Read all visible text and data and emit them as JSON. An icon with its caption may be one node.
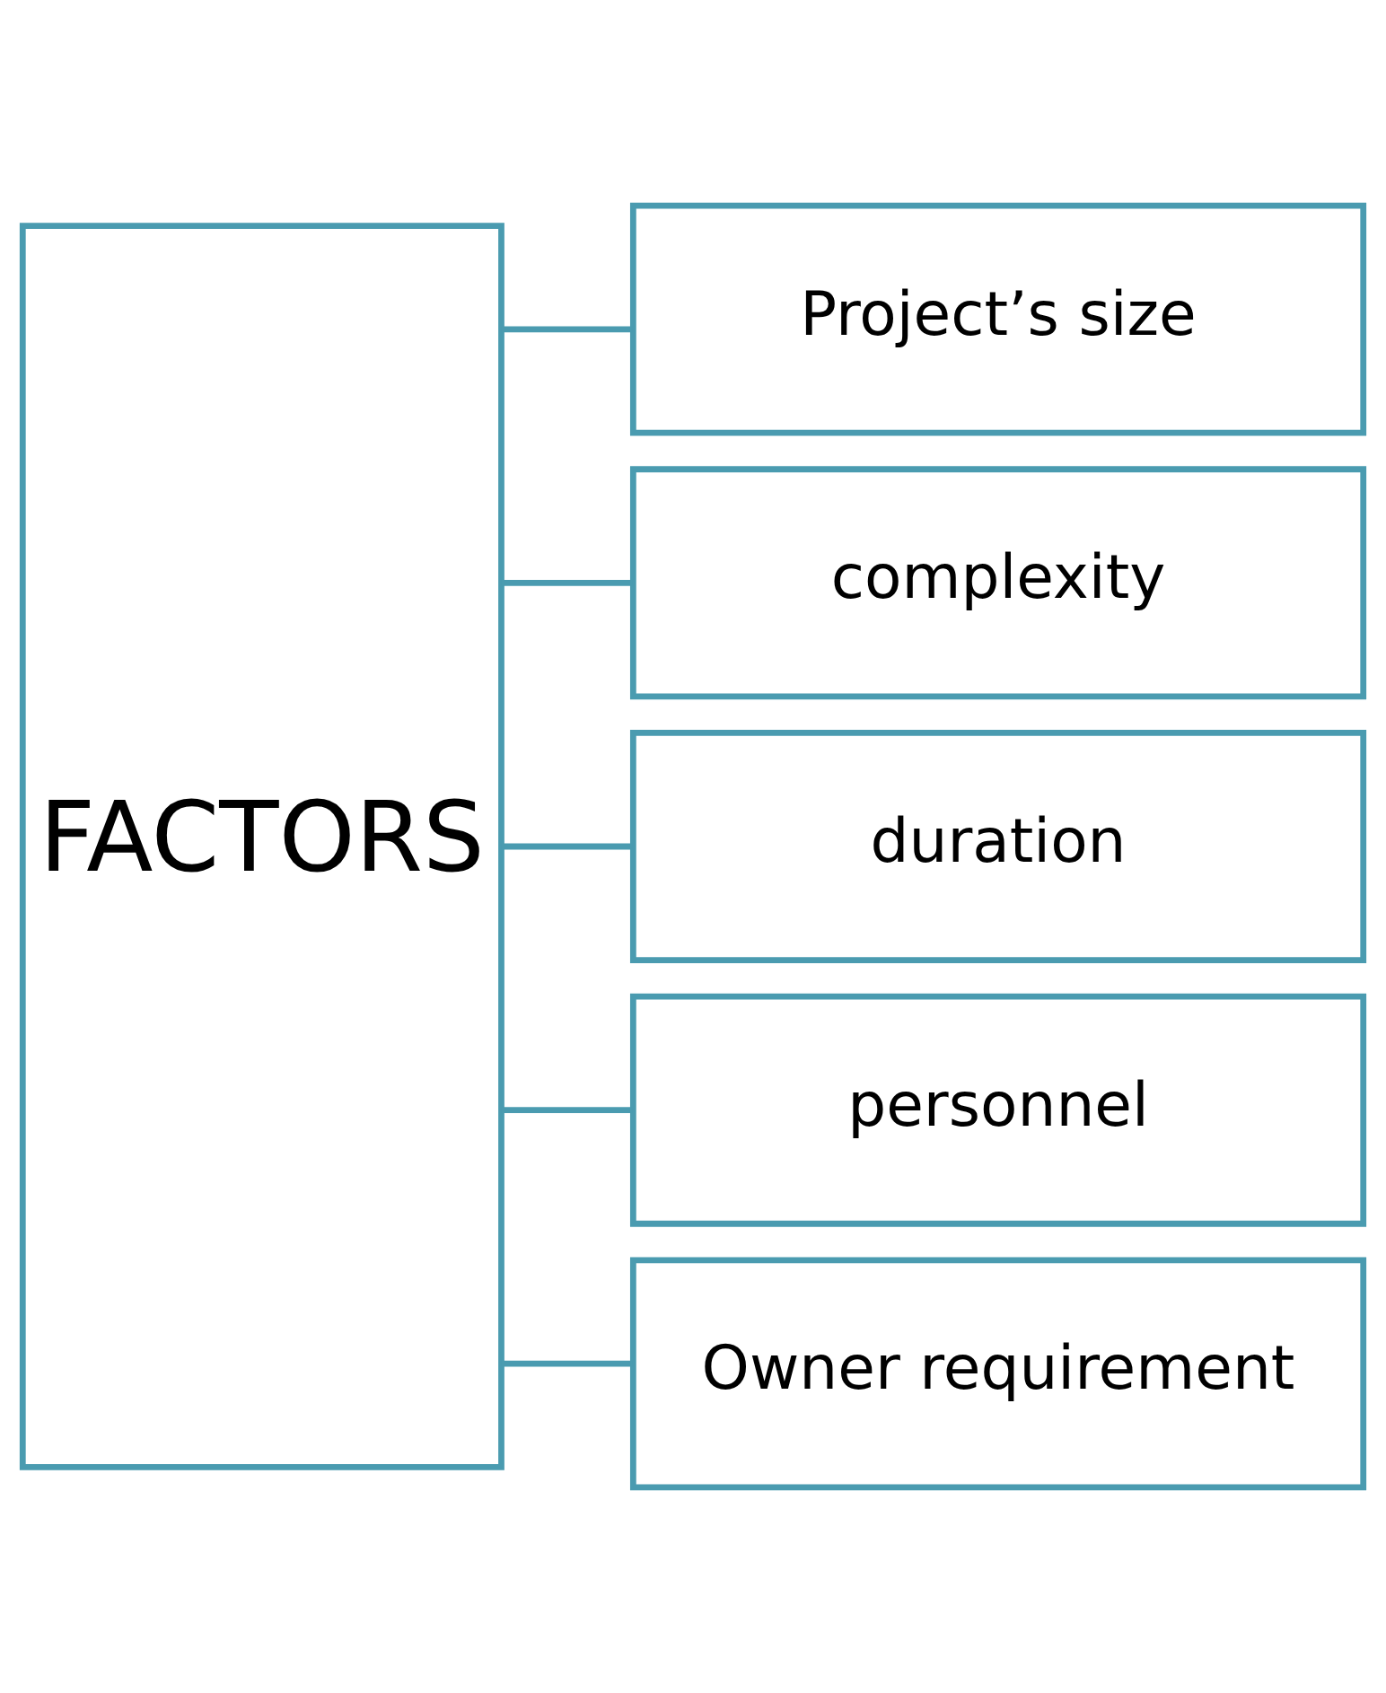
{
  "diagram": {
    "nodes": [
      {
        "text": [
          "FACTORS"
        ]
      },
      {
        "text": [
          "Project’s size"
        ]
      },
      {
        "text": [
          "complexity"
        ]
      },
      {
        "text": [
          "duration"
        ]
      },
      {
        "text": [
          "personnel"
        ]
      },
      {
        "text": [
          "Owner requirement"
        ]
      }
    ],
    "edges": [
      {
        "from": 0,
        "to": 1,
        "arrow": "none"
      },
      {
        "from": 0,
        "to": 2,
        "arrow": "none"
      },
      {
        "from": 0,
        "to": 3,
        "arrow": "none"
      },
      {
        "from": 0,
        "to": 4,
        "arrow": "none"
      },
      {
        "from": 0,
        "to": 5,
        "arrow": "none"
      }
    ]
  }
}
